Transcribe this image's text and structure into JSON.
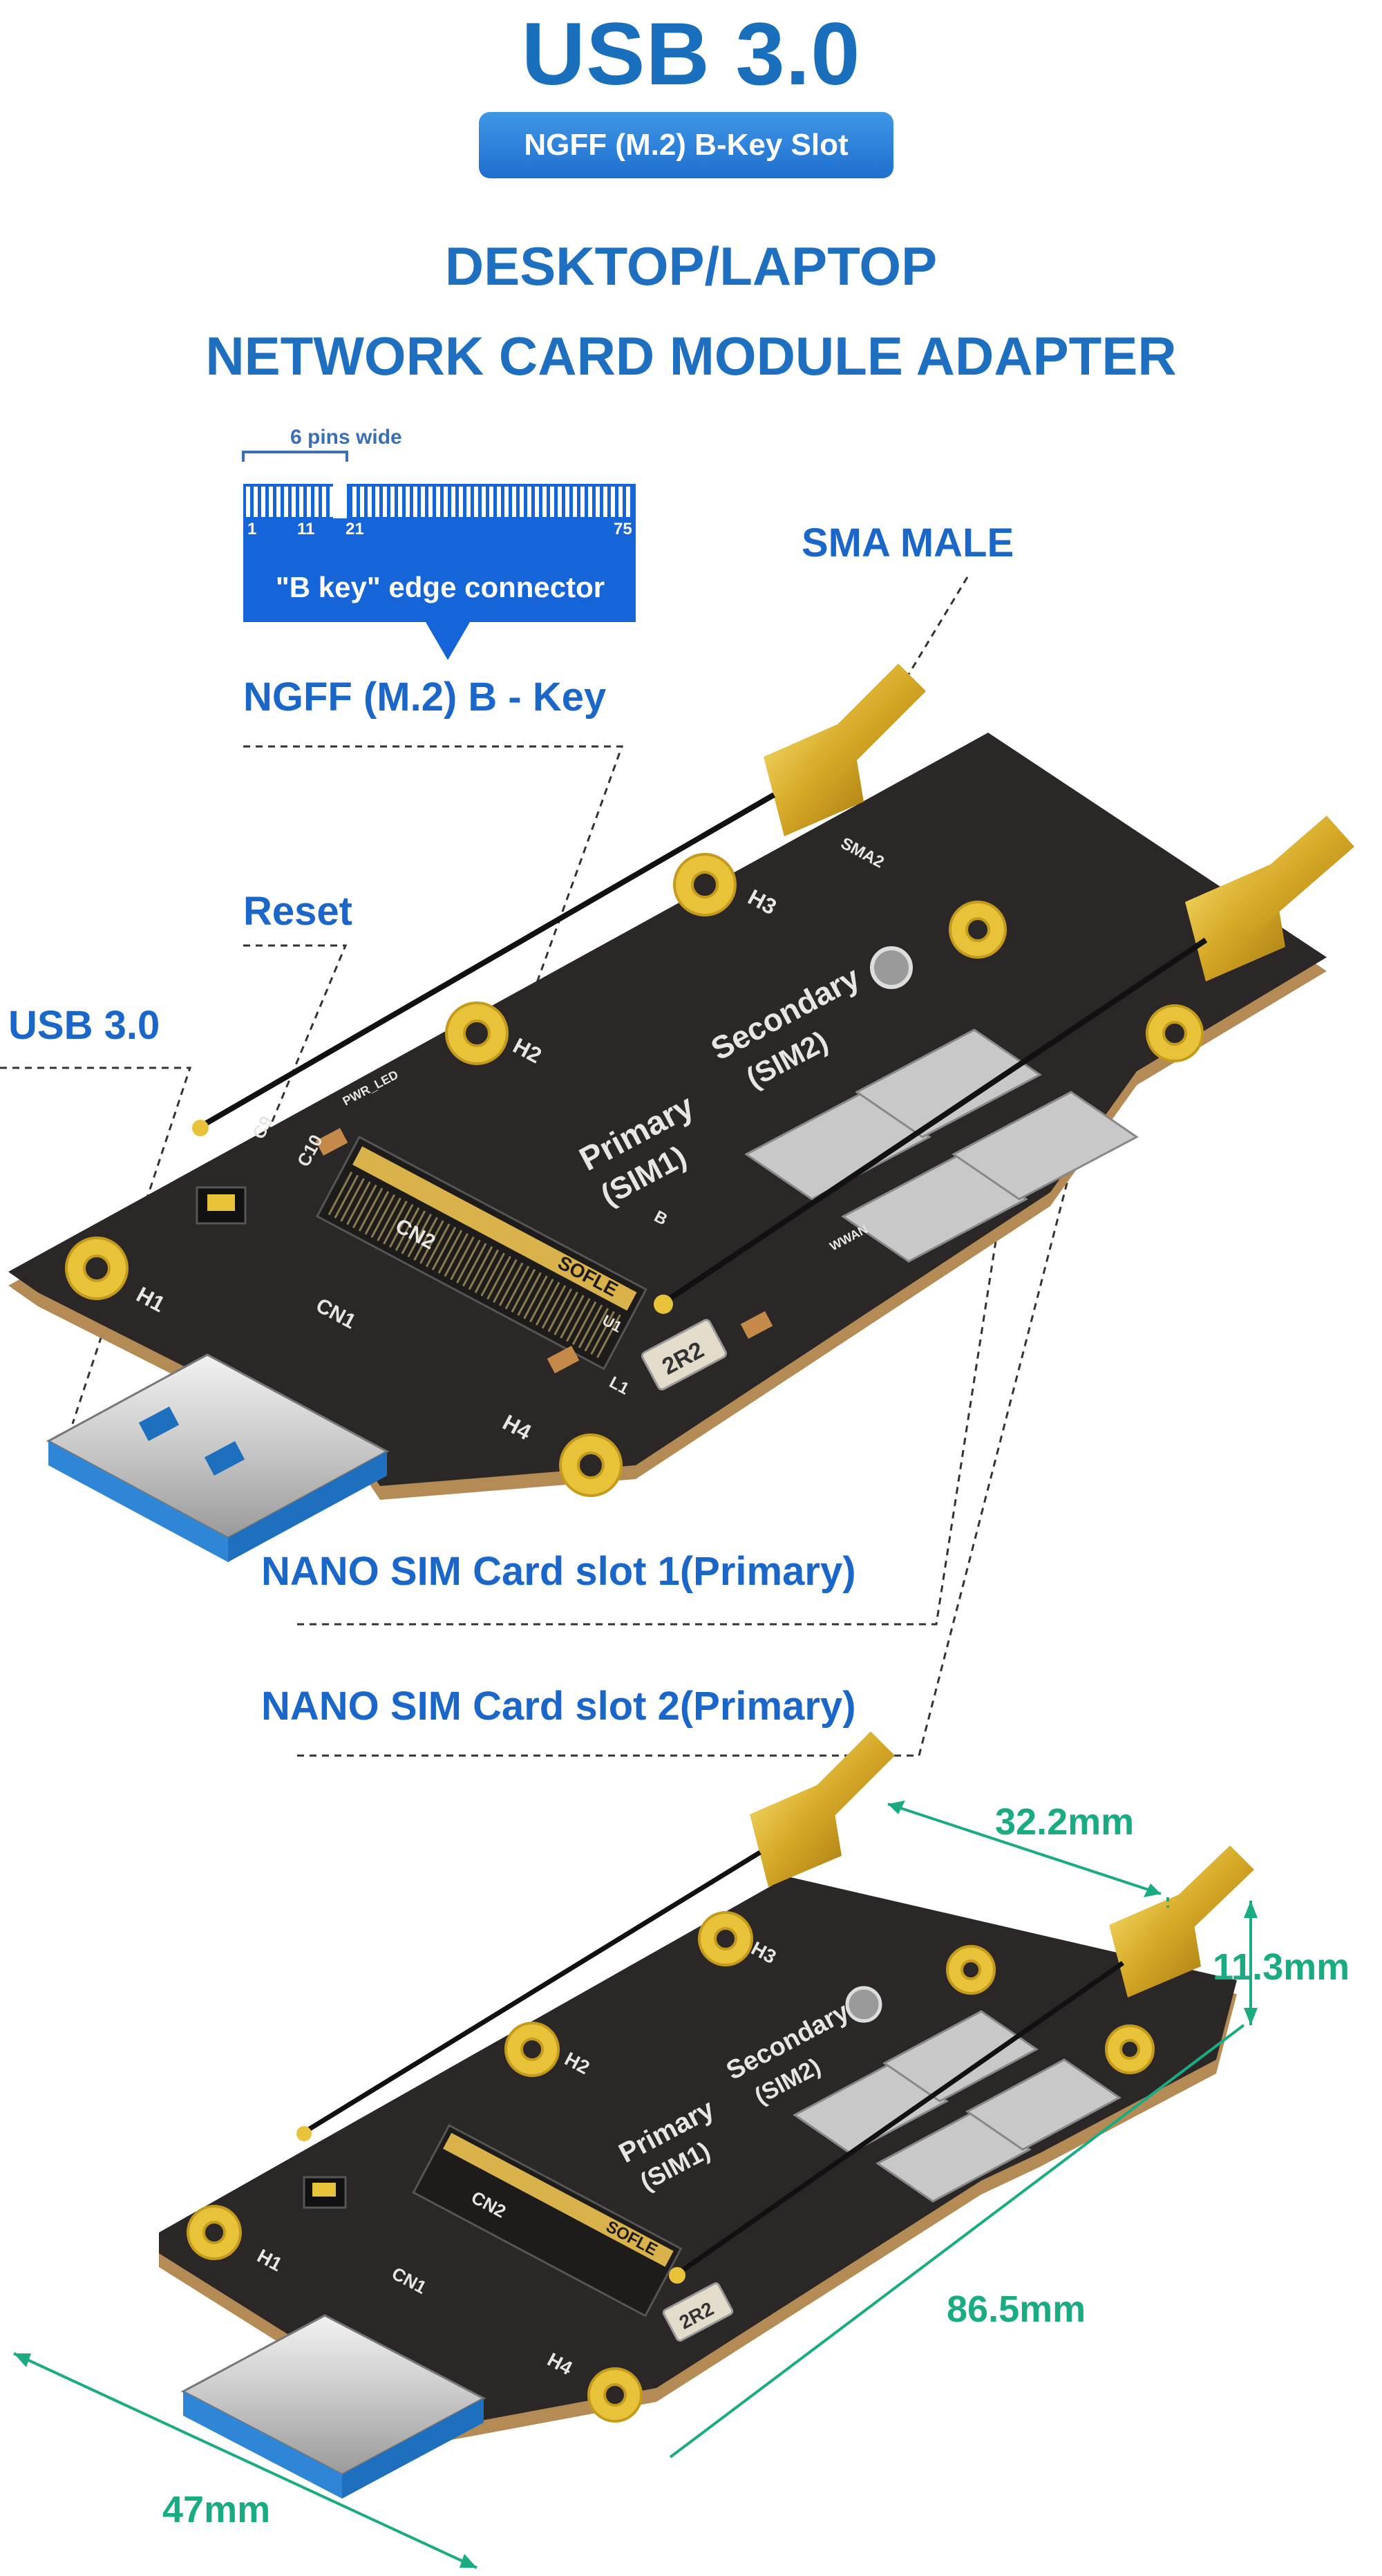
{
  "header": {
    "title": "USB 3.0",
    "slot_badge": "NGFF (M.2) B-Key Slot",
    "subtitle_line1": "DESKTOP/LAPTOP",
    "subtitle_line2": "NETWORK CARD MODULE ADAPTER"
  },
  "connector_diagram": {
    "width_note": "6 pins wide",
    "pin_labels": [
      "1",
      "11",
      "21",
      "75"
    ],
    "caption": "\"B key\" edge connector"
  },
  "callouts": {
    "ngff": "NGFF (M.2) B - Key",
    "sma": "SMA MALE",
    "reset": "Reset",
    "usb": "USB 3.0",
    "sim1": "NANO SIM Card slot 1(Primary)",
    "sim2": "NANO SIM Card slot 2(Primary)"
  },
  "board_silkscreen": {
    "primary": "Primary",
    "primary_sim": "(SIM1)",
    "secondary": "Secondary",
    "secondary_sim": "(SIM2)",
    "holes": [
      "H1",
      "H2",
      "H3",
      "H4"
    ],
    "cn1": "CN1",
    "cn2": "CN2",
    "sma2": "SMA2",
    "inductor": "2R2",
    "c9": "C9",
    "c10": "C10",
    "l1": "L1",
    "u1": "U1",
    "b_label": "B",
    "pwr_led": "PWR_LED",
    "wwan": "WWAN",
    "socket_brand": "SOFLE"
  },
  "dimensions": {
    "top_width": "32.2mm",
    "height": "11.3mm",
    "length": "86.5mm",
    "bottom_width": "47mm"
  },
  "colors": {
    "title_blue": "#1a6fbd",
    "callout_blue": "#1a66c9",
    "dimension_green": "#1bab82",
    "pcb": "#2a2726",
    "pcb_edge": "#b48a55",
    "gold": "#e8c33a",
    "usb_blue": "#2f86d6"
  }
}
